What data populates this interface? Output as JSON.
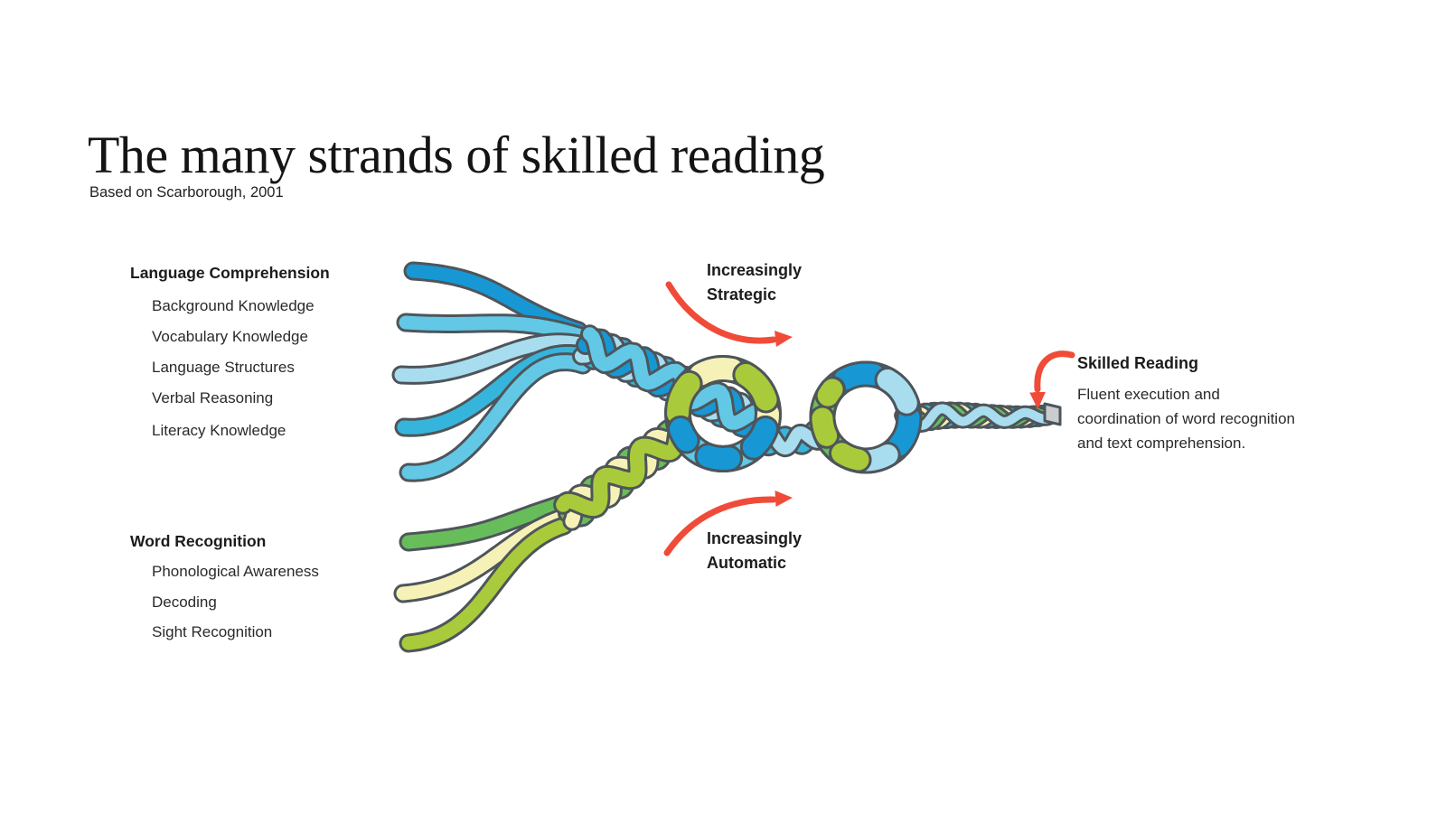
{
  "header": {
    "title": "The many strands of skilled reading",
    "subtitle": "Based on Scarborough, 2001"
  },
  "language_comprehension": {
    "heading": "Language Comprehension",
    "items": [
      "Background Knowledge",
      "Vocabulary Knowledge",
      "Language Structures",
      "Verbal Reasoning",
      "Literacy Knowledge"
    ]
  },
  "word_recognition": {
    "heading": "Word Recognition",
    "items": [
      "Phonological Awareness",
      "Decoding",
      "Sight Recognition"
    ]
  },
  "annotations": {
    "strategic": {
      "line1": "Increasingly",
      "line2": "Strategic"
    },
    "automatic": {
      "line1": "Increasingly",
      "line2": "Automatic"
    },
    "skilled_reading": {
      "heading": "Skilled Reading",
      "description": "Fluent execution and coordination of word recognition and text comprehension.",
      "description_lines": [
        "Fluent execution and",
        "coordination of word recognition",
        "and text comprehension."
      ]
    }
  },
  "colors": {
    "outline": "#4E555A",
    "red": "#F04B38",
    "blue_dark": "#1798D5",
    "blue_teal": "#36B5DC",
    "blue_mid": "#63C8E6",
    "blue_pale": "#A8DDEF",
    "green": "#68BD5B",
    "yellow_green": "#A9CB3B",
    "cream": "#F6F2B7",
    "end_cap": "#C9CDD0",
    "text": "#1C1C1C"
  }
}
